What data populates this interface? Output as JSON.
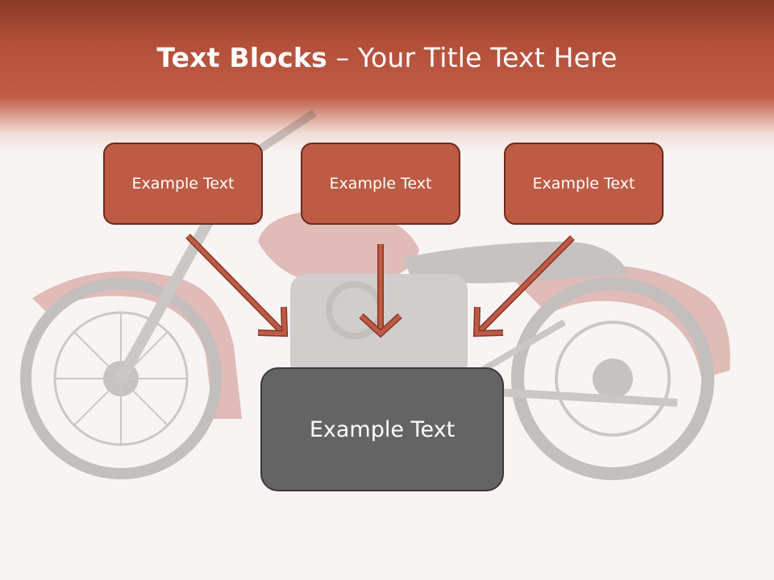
{
  "title": {
    "bold": "Text Blocks",
    "dash": " – ",
    "rest": "Your Title Text Here"
  },
  "blocks": [
    {
      "label": "Example Text"
    },
    {
      "label": "Example Text"
    },
    {
      "label": "Example Text"
    }
  ],
  "main_block": {
    "label": "Example Text"
  },
  "colors": {
    "accent": "#bd5b44",
    "accent_border": "#6e2a1d",
    "main_box": "#646464",
    "arrow": "#bd5b44"
  },
  "background_image": "motorcycle-illustration"
}
